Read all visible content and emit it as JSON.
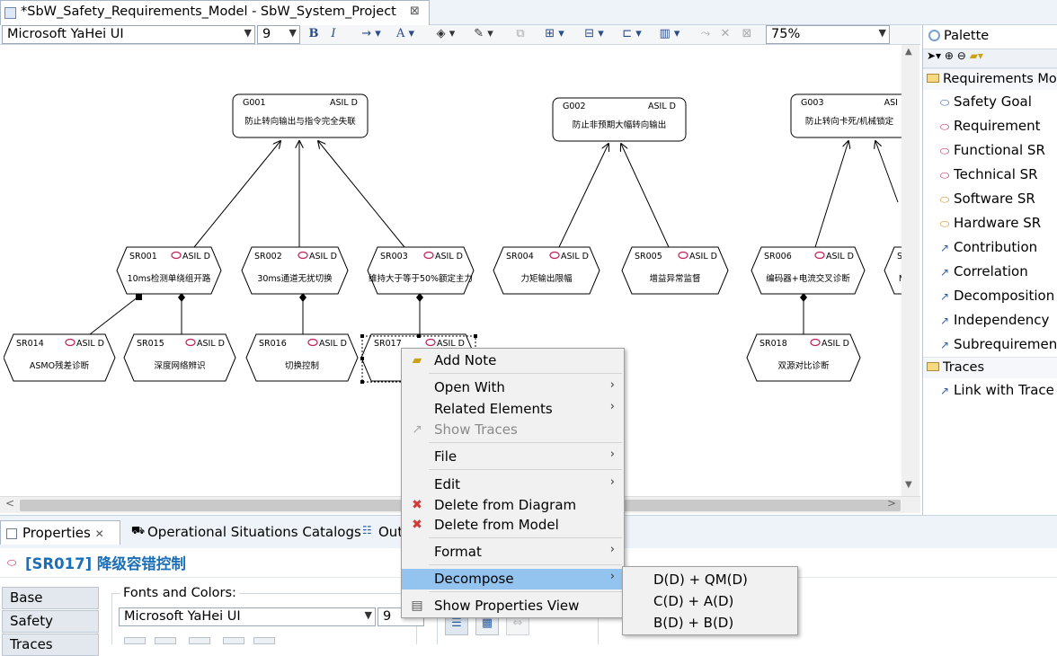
{
  "editor": {
    "tab_title": "*SbW_Safety_Requirements_Model - SbW_System_Project",
    "close": "⊠"
  },
  "toolbar": {
    "font": "Microsoft YaHei UI",
    "size": "9",
    "zoom": "75%",
    "bold": "B",
    "italic": "I"
  },
  "diagram": {
    "goals": [
      {
        "id": "G001",
        "asil": "ASIL D",
        "text": "防止转向输出与指令完全失联"
      },
      {
        "id": "G002",
        "asil": "ASIL D",
        "text": "防止非预期大幅转向输出"
      },
      {
        "id": "G003",
        "asil": "ASI",
        "text": "防止转向卡死/机械锁定"
      }
    ],
    "requirements": [
      {
        "id": "SR001",
        "asil": "ASIL D",
        "text": "10ms检测单绕组开路"
      },
      {
        "id": "SR002",
        "asil": "ASIL D",
        "text": "30ms通道无扰切换"
      },
      {
        "id": "SR003",
        "asil": "ASIL D",
        "text": "维持大于等于50%额定主力"
      },
      {
        "id": "SR004",
        "asil": "ASIL D",
        "text": "力矩输出限幅"
      },
      {
        "id": "SR005",
        "asil": "ASIL D",
        "text": "增益异常监督"
      },
      {
        "id": "SR006",
        "asil": "ASIL D",
        "text": "编码器+电流交叉诊断"
      },
      {
        "id": "SI",
        "asil": "",
        "text": "M"
      },
      {
        "id": "SR014",
        "asil": "ASIL D",
        "text": "ASMO残差诊断"
      },
      {
        "id": "SR015",
        "asil": "ASIL D",
        "text": "深度网络辨识"
      },
      {
        "id": "SR016",
        "asil": "ASIL D",
        "text": "切换控制"
      },
      {
        "id": "SR017",
        "asil": "ASIL D",
        "text": "降"
      },
      {
        "id": "SR018",
        "asil": "ASIL D",
        "text": "双源对比诊断"
      }
    ]
  },
  "palette": {
    "title": "Palette",
    "drawer_requirements": "Requirements Mo",
    "items": [
      "Safety Goal",
      "Requirement",
      "Functional SR",
      "Technical SR",
      "Software SR",
      "Hardware SR",
      "Contribution",
      "Correlation",
      "Decomposition",
      "Independency",
      "Subrequirement"
    ],
    "drawer_traces": "Traces",
    "trace_item": "Link with Trace"
  },
  "bottom_tabs": {
    "properties": "Properties",
    "catalogs": "Operational Situations Catalogs",
    "outline": "Out"
  },
  "properties": {
    "title": "[SR017] 降级容错控制",
    "side_tabs": [
      "Base",
      "Safety",
      "Traces"
    ],
    "fonts_label": "Fonts and Colors:",
    "font": "Microsoft YaHei UI",
    "size": "9"
  },
  "context_menu": {
    "items": [
      "Add Note",
      "Open With",
      "Related Elements",
      "Show Traces",
      "File",
      "Edit",
      "Delete from Diagram",
      "Delete from Model",
      "Format",
      "Decompose",
      "Show Properties View"
    ],
    "submenu": [
      "D(D) + QM(D)",
      "C(D) + A(D)",
      "B(D) + B(D)"
    ]
  },
  "colors": {
    "accent": "#1a6fb8",
    "highlight": "#92c4ef",
    "req_icon": "#c0205c"
  }
}
